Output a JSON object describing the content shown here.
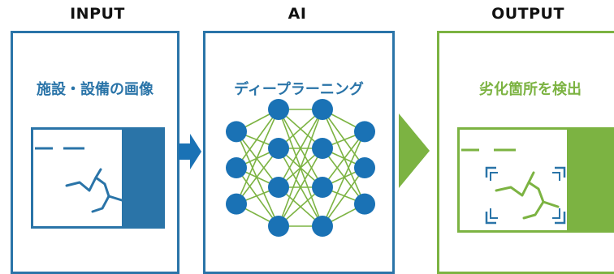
{
  "columns": {
    "input": {
      "title": "INPUT",
      "label": "施設・設備の画像"
    },
    "ai": {
      "title": "AI",
      "label": "ディープラーニング"
    },
    "output": {
      "title": "OUTPUT",
      "label": "劣化箇所を検出"
    }
  },
  "colors": {
    "blue": "#2a74a8",
    "green": "#7cb342",
    "network_lines": "#7cb342",
    "nodes": "#1a72b5"
  },
  "network": {
    "layers": [
      3,
      4,
      4,
      3
    ]
  },
  "icons": {
    "input_image": "cracked-wall-image-icon",
    "arrow1": "right-arrow-icon",
    "neural_net": "neural-network-icon",
    "arrow2": "right-chevron-arrow-icon",
    "output_image": "detected-crack-image-icon"
  }
}
